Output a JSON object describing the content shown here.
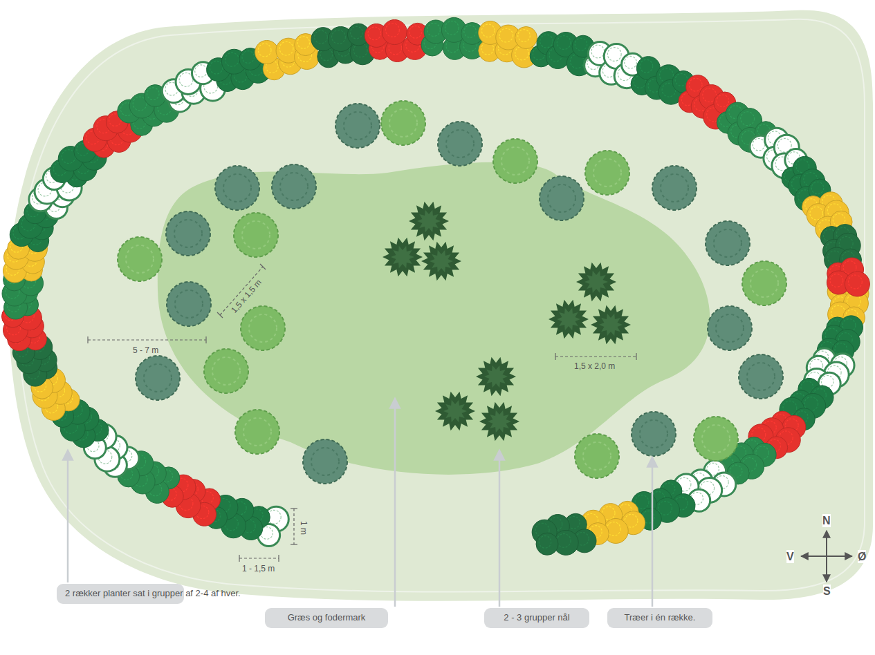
{
  "diagram": {
    "nodes": [
      {
        "text": [
          "2 rækker planter sat i grupper af 2-4 af hver."
        ]
      },
      {
        "text": [
          "Græs og fodermark"
        ]
      },
      {
        "text": [
          "2 - 3 grupper nål"
        ]
      },
      {
        "text": [
          "Træer i én række."
        ]
      }
    ],
    "labels": [
      "1,5 x 1,5 m",
      "5 - 7 m",
      "1,5 x 2,0 m",
      "1 m",
      "1 - 1,5 m",
      "N",
      "V",
      "Ø",
      "S"
    ]
  }
}
